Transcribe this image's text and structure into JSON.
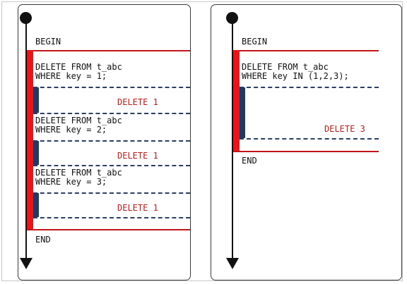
{
  "left_panel": {
    "begin": "BEGIN",
    "end": "END",
    "statements": [
      {
        "line1": "DELETE FROM t_abc",
        "line2": "WHERE key = 1;",
        "result": "DELETE 1"
      },
      {
        "line1": "DELETE FROM t_abc",
        "line2": "WHERE key = 2;",
        "result": "DELETE 1"
      },
      {
        "line1": "DELETE FROM t_abc",
        "line2": "WHERE key = 3;",
        "result": "DELETE 1"
      }
    ]
  },
  "right_panel": {
    "begin": "BEGIN",
    "end": "END",
    "statements": [
      {
        "line1": "DELETE FROM t_abc",
        "line2": "WHERE key IN (1,2,3);",
        "result": "DELETE 3"
      }
    ]
  },
  "colors": {
    "transaction_bar": "#e8151b",
    "transaction_line": "#c21419",
    "lock_bar": "#25385f",
    "result_text": "#b0201c",
    "timeline": "#111111"
  }
}
